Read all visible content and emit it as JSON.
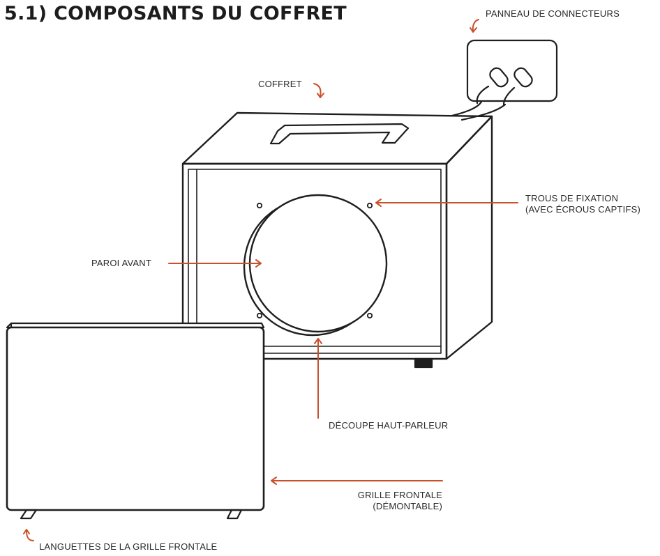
{
  "title": "5.1) COMPOSANTS DU COFFRET",
  "colors": {
    "ink": "#1e1e1e",
    "accent": "#c8502a",
    "paper": "#ffffff"
  },
  "labels": {
    "panneau": "PANNEAU DE CONNECTEURS",
    "coffret": "COFFRET",
    "trous_line1": "TROUS DE FIXATION",
    "trous_line2": "(AVEC ÉCROUS CAPTIFS)",
    "paroi": "PAROI AVANT",
    "decoupe": "DÉCOUPE HAUT-PARLEUR",
    "grille_line1": "GRILLE FRONTALE",
    "grille_line2": "(DÉMONTABLE)",
    "languettes": "LANGUETTES DE LA GRILLE FRONTALE"
  }
}
